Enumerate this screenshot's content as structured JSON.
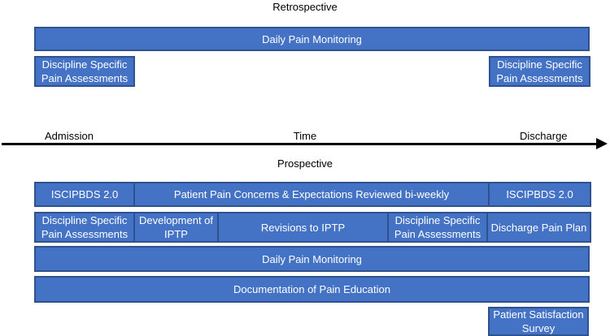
{
  "sections": {
    "retrospective": "Retrospective",
    "prospective": "Prospective"
  },
  "timeline": {
    "admission": "Admission",
    "time": "Time",
    "discharge": "Discharge"
  },
  "retrospective_section": {
    "daily_pain_monitoring": "Daily Pain Monitoring",
    "discipline_specific_left": "Discipline Specific Pain Assessments",
    "discipline_specific_right": "Discipline Specific Pain Assessments"
  },
  "prospective_section": {
    "iscipbds_left": "ISCIPBDS 2.0",
    "pain_concerns": "Patient Pain Concerns & Expectations Reviewed bi-weekly",
    "iscipbds_right": "ISCIPBDS 2.0",
    "discipline_specific_left": "Discipline Specific Pain Assessments",
    "development_iptp": "Development of IPTP",
    "revisions_iptp": "Revisions to IPTP",
    "discipline_specific_right": "Discipline Specific Pain Assessments",
    "discharge_pain_plan": "Discharge Pain Plan",
    "daily_pain_monitoring": "Daily Pain Monitoring",
    "documentation_pain_education": "Documentation of Pain Education",
    "patient_satisfaction_survey": "Patient Satisfaction Survey"
  },
  "colors": {
    "box_fill": "#4472C4",
    "box_border": "#2F528F",
    "box_text": "#FFFFFF",
    "axis": "#000000"
  }
}
